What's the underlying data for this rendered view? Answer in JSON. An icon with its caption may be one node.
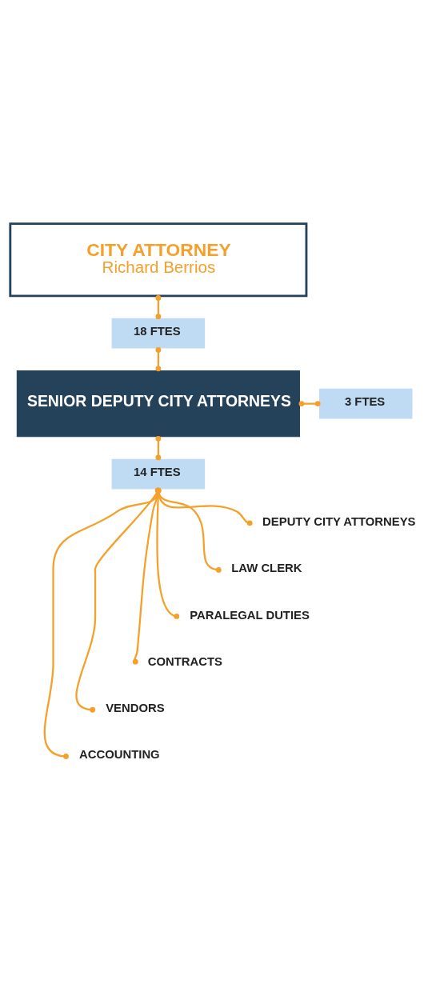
{
  "diagram": {
    "nodes": [
      {
        "text": [
          "CITY ATTORNEY",
          "Richard Berrios"
        ]
      },
      {
        "text": [
          "18 FTES"
        ]
      },
      {
        "text": [
          "SENIOR DEPUTY CITY ATTORNEYS"
        ]
      },
      {
        "text": [
          "3 FTES"
        ]
      },
      {
        "text": [
          "14 FTES"
        ]
      },
      {
        "text": [
          "DEPUTY CITY ATTORNEYS"
        ]
      },
      {
        "text": [
          "LAW CLERK"
        ]
      },
      {
        "text": [
          "PARALEGAL DUTIES"
        ]
      },
      {
        "text": [
          "CONTRACTS"
        ]
      },
      {
        "text": [
          "VENDORS"
        ]
      },
      {
        "text": [
          "ACCOUNTING"
        ]
      }
    ],
    "edges": [
      {
        "from": 0,
        "to": 1,
        "arrow": "other"
      },
      {
        "from": 1,
        "to": 2,
        "arrow": "other"
      },
      {
        "from": 2,
        "to": 3,
        "arrow": "other"
      },
      {
        "from": 2,
        "to": 4,
        "arrow": "other"
      },
      {
        "from": 4,
        "to": 5,
        "arrow": "other"
      },
      {
        "from": 4,
        "to": 6,
        "arrow": "other"
      },
      {
        "from": 4,
        "to": 7,
        "arrow": "other"
      },
      {
        "from": 4,
        "to": 8,
        "arrow": "other"
      },
      {
        "from": 4,
        "to": 9,
        "arrow": "other"
      },
      {
        "from": 4,
        "to": 10,
        "arrow": "other"
      }
    ]
  }
}
